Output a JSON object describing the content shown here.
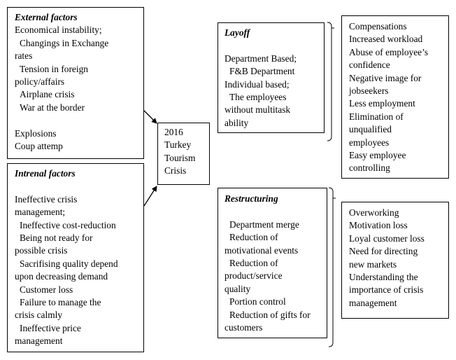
{
  "external": {
    "title": "External factors",
    "lines": [
      {
        "text": "Economical instability;",
        "ind": false
      },
      {
        "text": "Changings in Exchange",
        "ind": true
      },
      {
        "text": "rates",
        "ind": false
      },
      {
        "text": "Tension in foreign",
        "ind": true
      },
      {
        "text": "policy/affairs",
        "ind": false
      },
      {
        "text": "Airplane crisis",
        "ind": true
      },
      {
        "text": "War at the border",
        "ind": true
      },
      {
        "text": "",
        "ind": false
      },
      {
        "text": "Explosions",
        "ind": false
      },
      {
        "text": "Coup attemp",
        "ind": false
      }
    ]
  },
  "internal": {
    "title": "Intrenal factors",
    "lines": [
      {
        "text": "",
        "ind": false
      },
      {
        "text": "Ineffective crisis",
        "ind": false
      },
      {
        "text": "management;",
        "ind": false
      },
      {
        "text": "Ineffective cost-reduction",
        "ind": true
      },
      {
        "text": "Being not ready for",
        "ind": true
      },
      {
        "text": "possible crisis",
        "ind": false
      },
      {
        "text": "Sacrifising quality depend",
        "ind": true
      },
      {
        "text": "upon decreasing demand",
        "ind": false
      },
      {
        "text": "Customer loss",
        "ind": true
      },
      {
        "text": "Failure to manage the",
        "ind": true
      },
      {
        "text": "crisis calmly",
        "ind": false
      },
      {
        "text": "Ineffective price",
        "ind": true
      },
      {
        "text": "management",
        "ind": false
      }
    ]
  },
  "center": {
    "lines": [
      "2016",
      "Turkey",
      "Tourism",
      "Crisis"
    ]
  },
  "layoff": {
    "title": "Layoff",
    "lines": [
      {
        "text": "",
        "ind": false
      },
      {
        "text": "Department Based;",
        "ind": false
      },
      {
        "text": "F&B Department",
        "ind": true
      },
      {
        "text": "Individual based;",
        "ind": false
      },
      {
        "text": "The employees",
        "ind": true
      },
      {
        "text": "without multitask",
        "ind": false
      },
      {
        "text": "ability",
        "ind": false
      }
    ]
  },
  "layoff_effects": {
    "lines": [
      "Compensations",
      "Increased workload",
      "Abuse of employee’s",
      "confidence",
      "Negative image for",
      "jobseekers",
      "Less employment",
      "Elimination of",
      "unqualified",
      "employees",
      "Easy employee",
      "controlling"
    ]
  },
  "restructuring": {
    "title": "Restructuring",
    "lines": [
      {
        "text": "",
        "ind": false
      },
      {
        "text": "Department merge",
        "ind": true
      },
      {
        "text": "Reduction of",
        "ind": true
      },
      {
        "text": "motivational events",
        "ind": false
      },
      {
        "text": "Reduction of",
        "ind": true
      },
      {
        "text": "product/service",
        "ind": false
      },
      {
        "text": "quality",
        "ind": false
      },
      {
        "text": "Portion control",
        "ind": true
      },
      {
        "text": "Reduction of gifts for",
        "ind": true
      },
      {
        "text": "customers",
        "ind": false
      }
    ]
  },
  "restructuring_effects": {
    "lines": [
      "Overworking",
      "Motivation loss",
      "Loyal customer loss",
      "Need for directing",
      "new markets",
      "Understanding the",
      "importance of crisis",
      "management"
    ]
  }
}
